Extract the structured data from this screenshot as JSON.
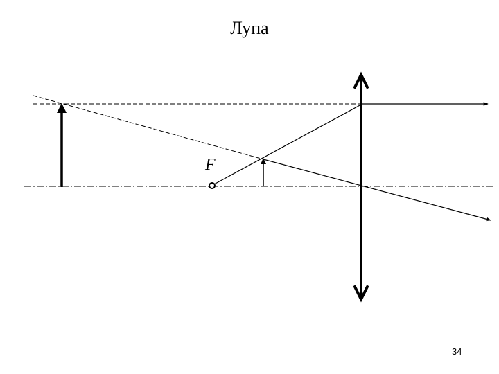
{
  "slide": {
    "title": "Лупа",
    "page_number": "34"
  },
  "diagram": {
    "focus_label": "F",
    "colors": {
      "ink": "#000000",
      "background": "#ffffff"
    }
  }
}
